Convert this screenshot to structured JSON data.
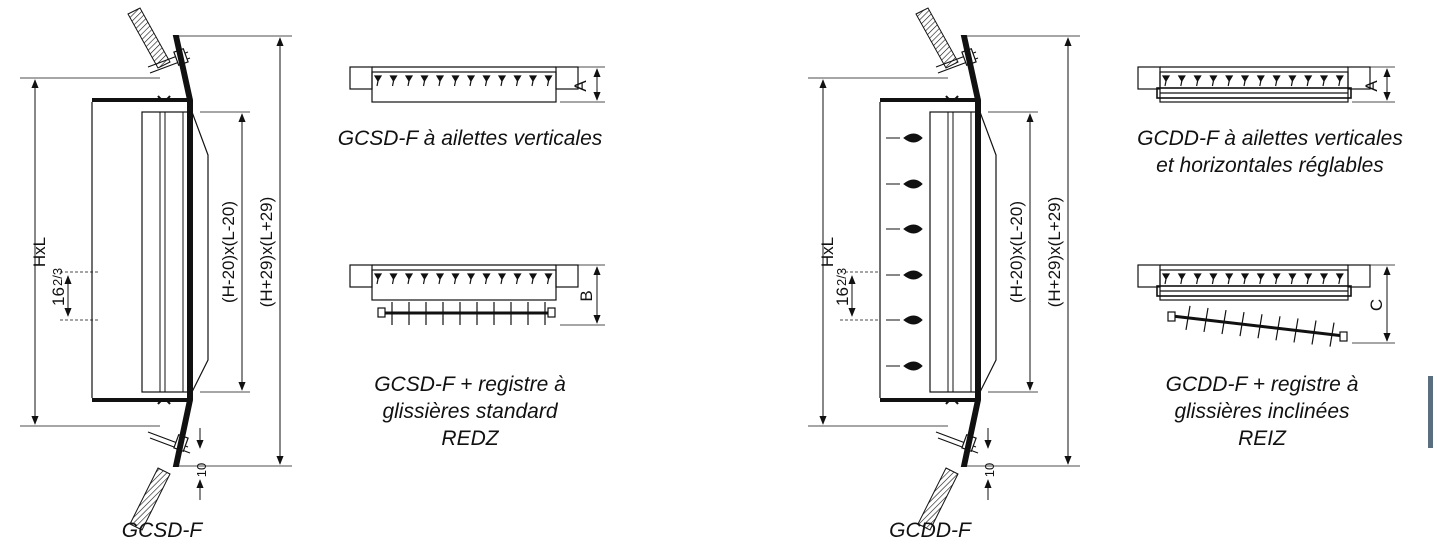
{
  "left_drawing": {
    "title": "GCSD-F",
    "dim_overall": "HxL",
    "dim_inner": "(H-20)x(L-20)",
    "dim_outer": "(H+29)x(L+29)",
    "dim_pitch": "16",
    "dim_pitch_frac": "2/3",
    "dim_flange": "10",
    "view_top": {
      "caption": "GCSD-F à ailettes verticales",
      "dim": "A"
    },
    "view_bottom": {
      "caption_lines": [
        "GCSD-F + registre à",
        "glissières standard",
        "REDZ"
      ],
      "dim": "B"
    }
  },
  "right_drawing": {
    "title": "GCDD-F",
    "dim_overall": "HxL",
    "dim_inner": "(H-20)x(L-20)",
    "dim_outer": "(H+29)x(L+29)",
    "dim_pitch": "16",
    "dim_pitch_frac": "2/3",
    "dim_flange": "10",
    "view_top": {
      "caption_lines": [
        "GCDD-F à ailettes verticales",
        "et horizontales réglables"
      ],
      "dim": "A"
    },
    "view_bottom": {
      "caption_lines": [
        "GCDD-F + registre à",
        "glissières inclinées",
        "REIZ"
      ],
      "dim": "C"
    }
  },
  "colors": {
    "line": "#111111",
    "page_tab": "#5a6e80"
  }
}
